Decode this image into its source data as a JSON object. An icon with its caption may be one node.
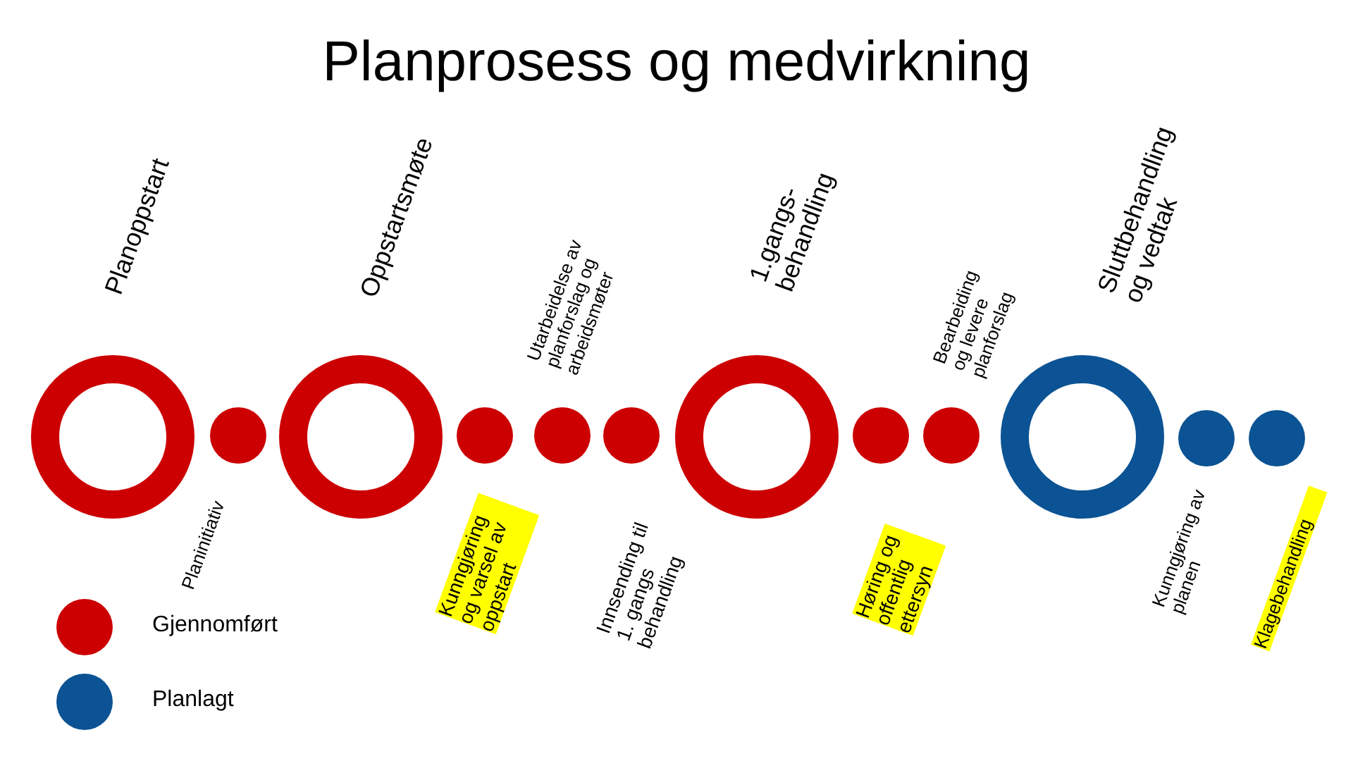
{
  "diagram": {
    "title": "Planprosess og medvirkning",
    "nodes": [
      {
        "text": [
          "Planoppstart"
        ]
      },
      {
        "text": [
          "Planinitiativ"
        ]
      },
      {
        "text": [
          "Oppstartsmøte"
        ]
      },
      {
        "text": [
          "Kunngjøring og varsel av oppstart"
        ]
      },
      {
        "text": [
          "Utarbeidelse av planforslag og arbeidsmøter"
        ]
      },
      {
        "text": [
          "Innsending til 1. gangs behandling"
        ]
      },
      {
        "text": [
          "1.gangs- behandling"
        ]
      },
      {
        "text": [
          "Høring og offentlig ettersyn"
        ]
      },
      {
        "text": [
          "Bearbeiding og levere planforslag"
        ]
      },
      {
        "text": [
          "Sluttbehandling og vedtak"
        ]
      },
      {
        "text": [
          "Kunngjøring av planen"
        ]
      },
      {
        "text": [
          "Klagebehandling"
        ]
      }
    ],
    "legend": [
      {
        "text": "Gjennomført",
        "color": "#cc0000"
      },
      {
        "text": "Planlagt",
        "color": "#0b5394"
      }
    ]
  }
}
